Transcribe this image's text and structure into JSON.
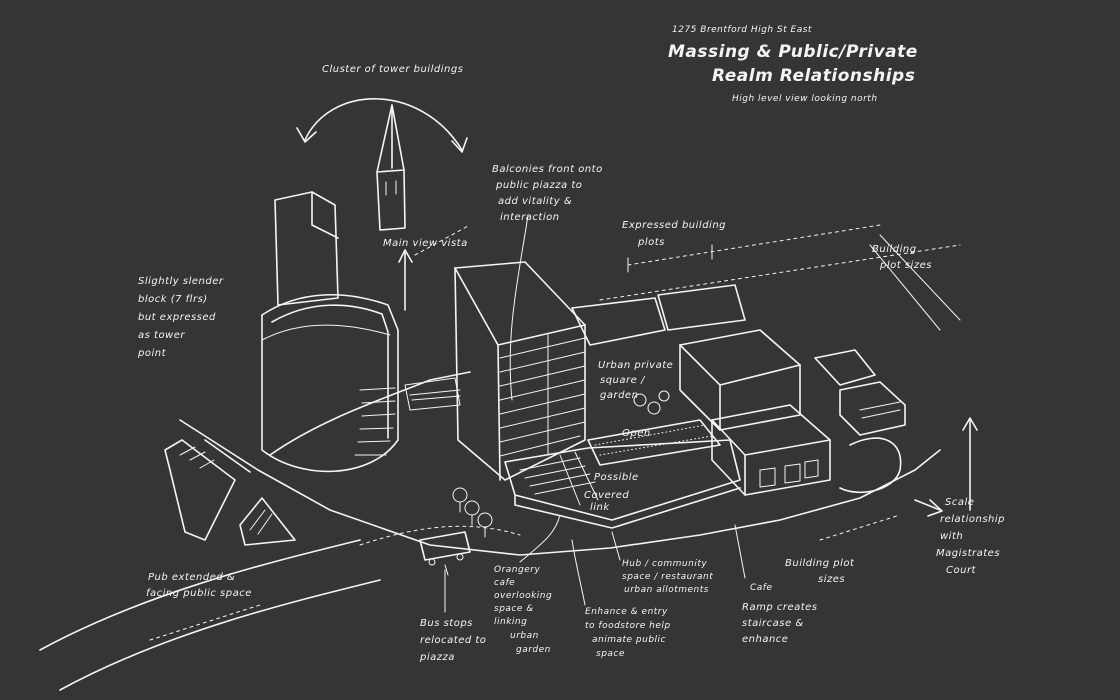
{
  "title": {
    "address": "1275 Brentford High St East",
    "line1": "Massing & Public/Private",
    "line2": "Realm Relationships",
    "caption": "High level view looking north"
  },
  "labels": {
    "cluster": "Cluster of tower buildings",
    "block": [
      "Slightly slender",
      "block (7 flrs)",
      "but expressed",
      "as tower",
      "point"
    ],
    "main_view": "Main view vista",
    "balconies": [
      "Balconies front onto",
      "public piazza to",
      "add vitality &",
      "interaction"
    ],
    "expressed_plots": [
      "Expressed building",
      "plots"
    ],
    "building_plot_sizes": [
      "Building",
      "plot sizes"
    ],
    "urban_garden": [
      "Urban private",
      "square /",
      "garden"
    ],
    "open": "Open",
    "possible": "Possible",
    "covered_link": [
      "Covered",
      "link"
    ],
    "pub": [
      "Pub extended &",
      "facing public space"
    ],
    "bus": [
      "Bus stops",
      "relocated to",
      "piazza"
    ],
    "orangery": [
      "Orangery",
      "cafe",
      "overlooking",
      "space &",
      "linking",
      "urban",
      "garden"
    ],
    "enhance_entry": [
      "Enhance & entry",
      "to foodstore help",
      "animate public",
      "space"
    ],
    "hub": [
      "Hub / community",
      "space / restaurant",
      "urban allotments"
    ],
    "cafe": "Cafe",
    "ramp": [
      "Ramp creates",
      "staircase &",
      "enhance"
    ],
    "bottom_plot_sizes": [
      "Building plot",
      "sizes"
    ],
    "scale": [
      "Scale",
      "relationship",
      "with",
      "Magistrates",
      "Court"
    ]
  }
}
